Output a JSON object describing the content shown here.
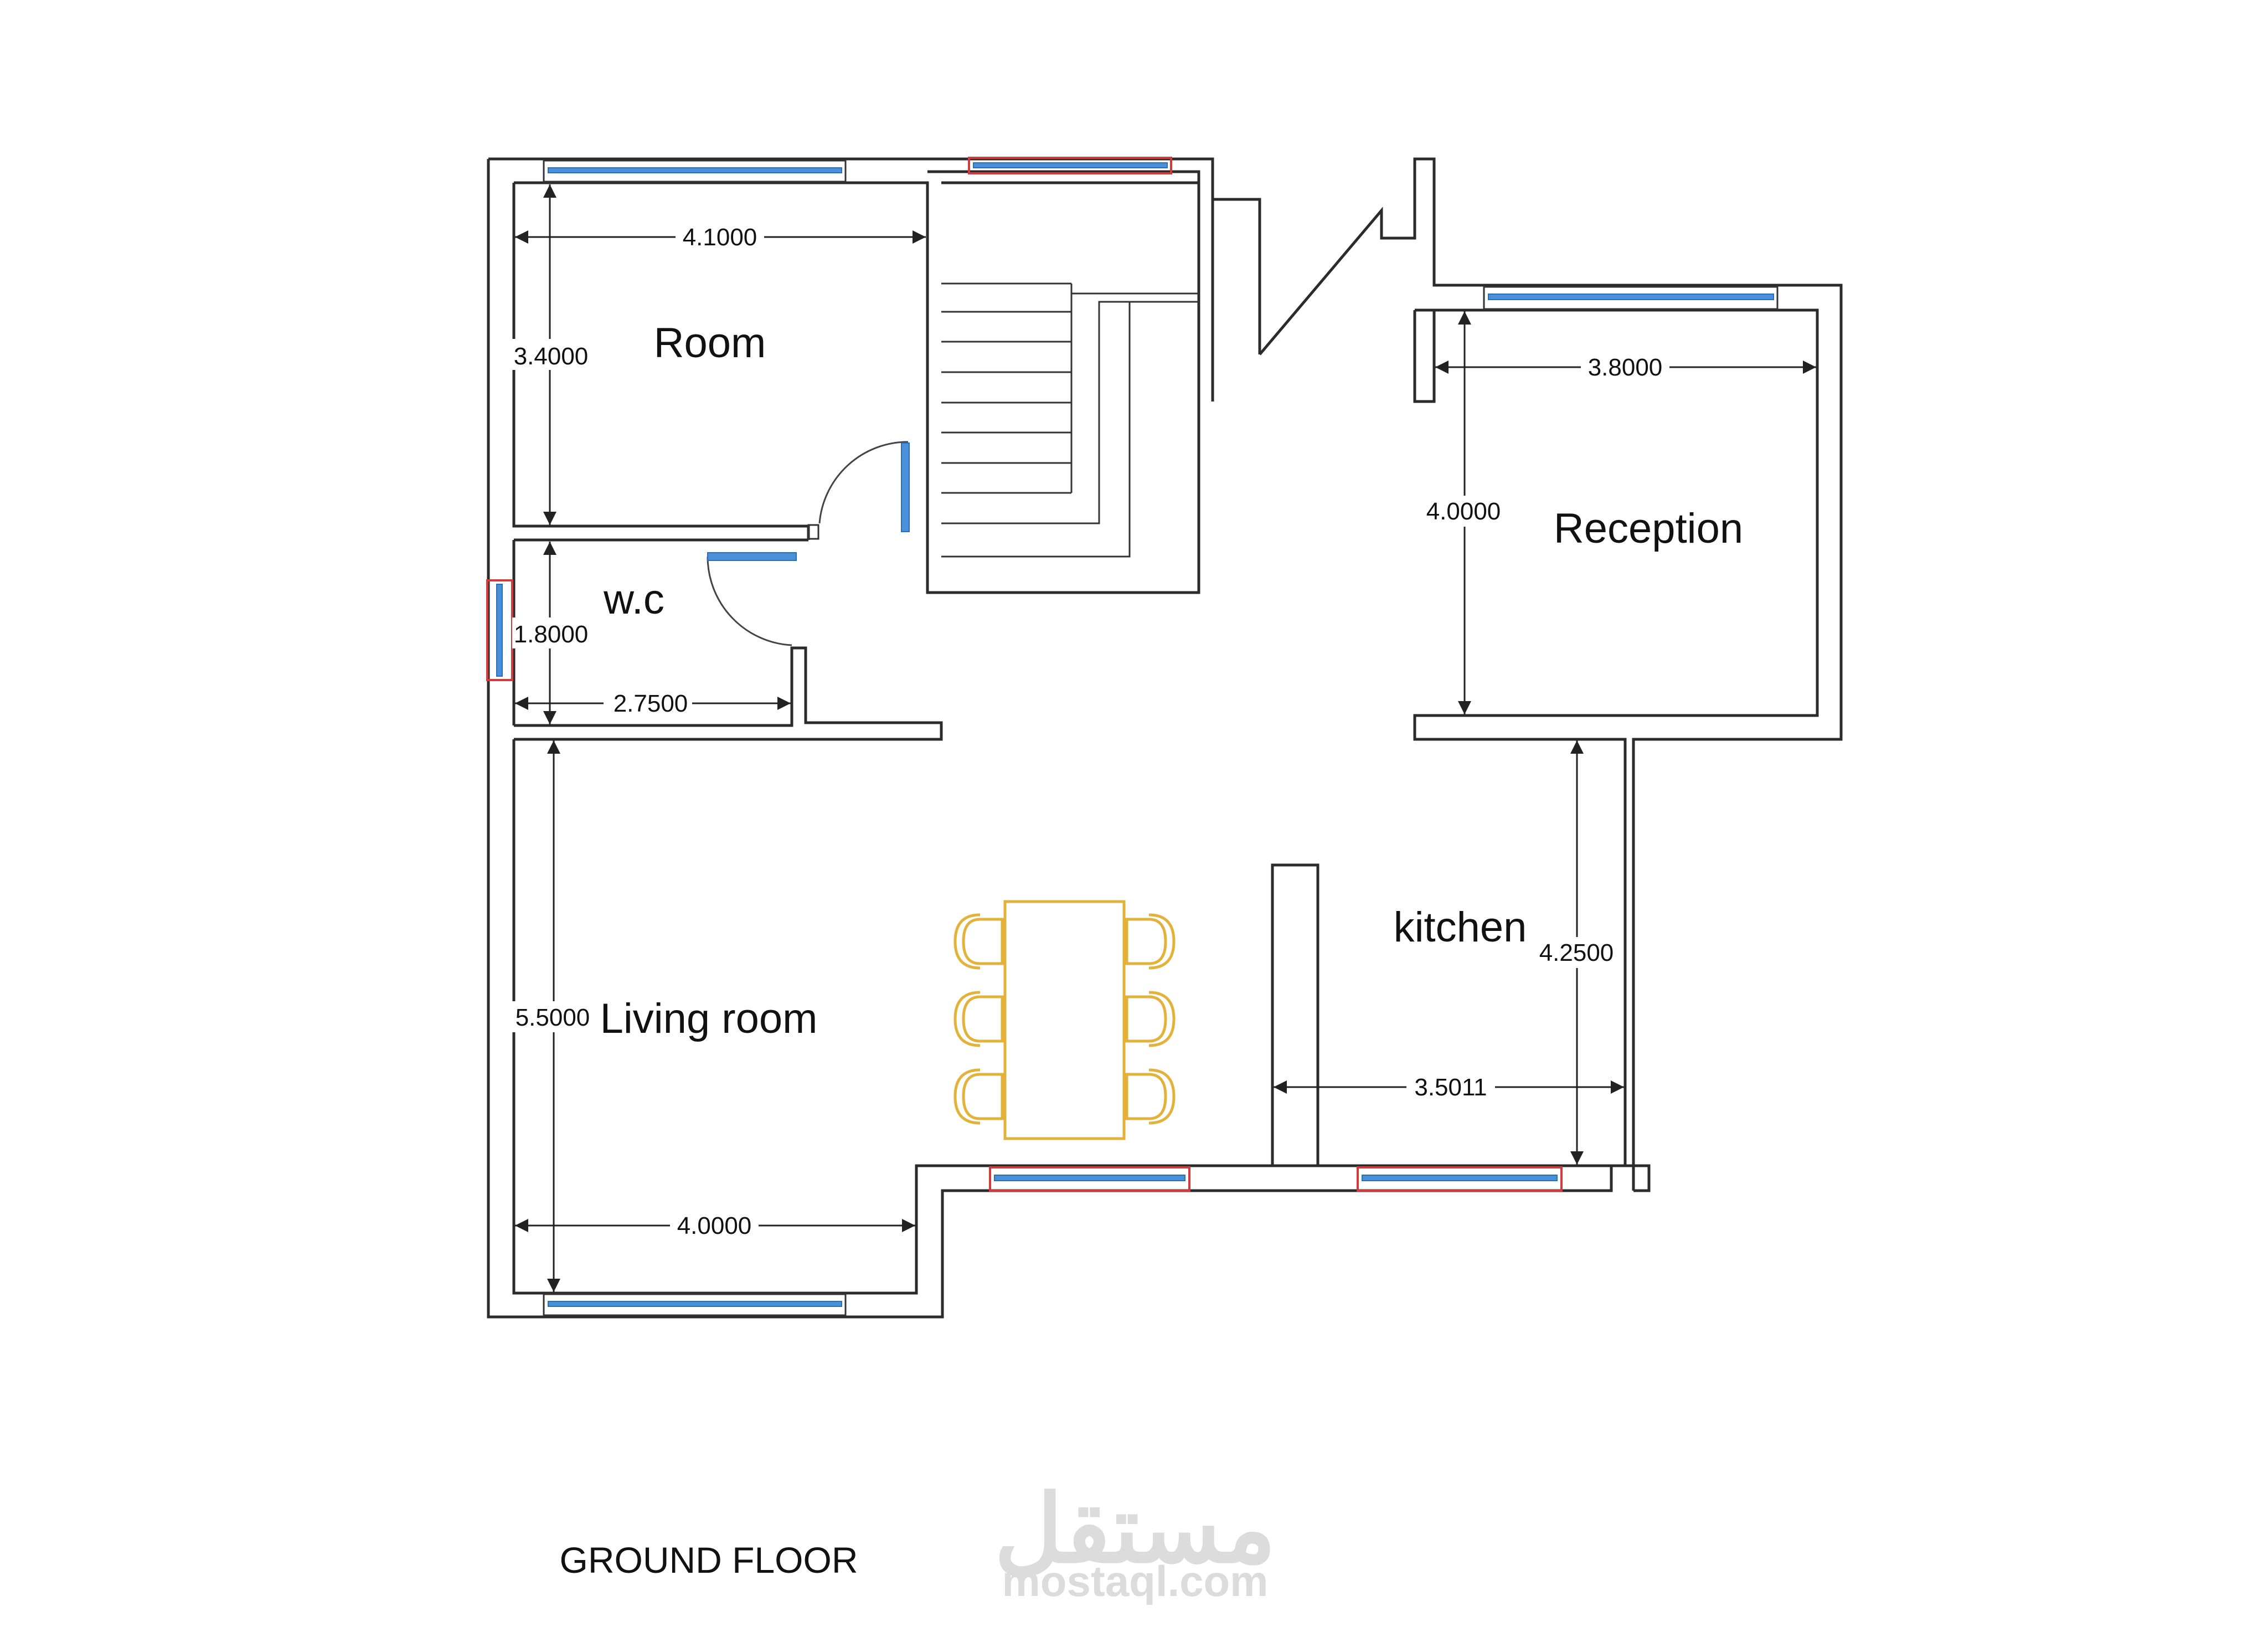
{
  "plan": {
    "title": "GROUND FLOOR",
    "rooms": {
      "room": "Room",
      "wc": "w.c",
      "reception": "Reception",
      "living_room": "Living room",
      "kitchen": "kitchen"
    },
    "dimensions": {
      "room_width": "4.1000",
      "room_height": "3.4000",
      "wc_height": "1.8000",
      "wc_width": "2.7500",
      "reception_width": "3.8000",
      "reception_height": "4.0000",
      "living_height": "5.5000",
      "living_width": "4.0000",
      "kitchen_height": "4.2500",
      "kitchen_width": "3.5011"
    }
  },
  "watermark": {
    "arabic": "مستقل",
    "domain": "mostaql.com"
  },
  "colors": {
    "window_glass": "#4a90d9",
    "window_frame_red": "#d23b3b",
    "furniture": "#e2b23a",
    "walls": "#2b2b2b"
  }
}
